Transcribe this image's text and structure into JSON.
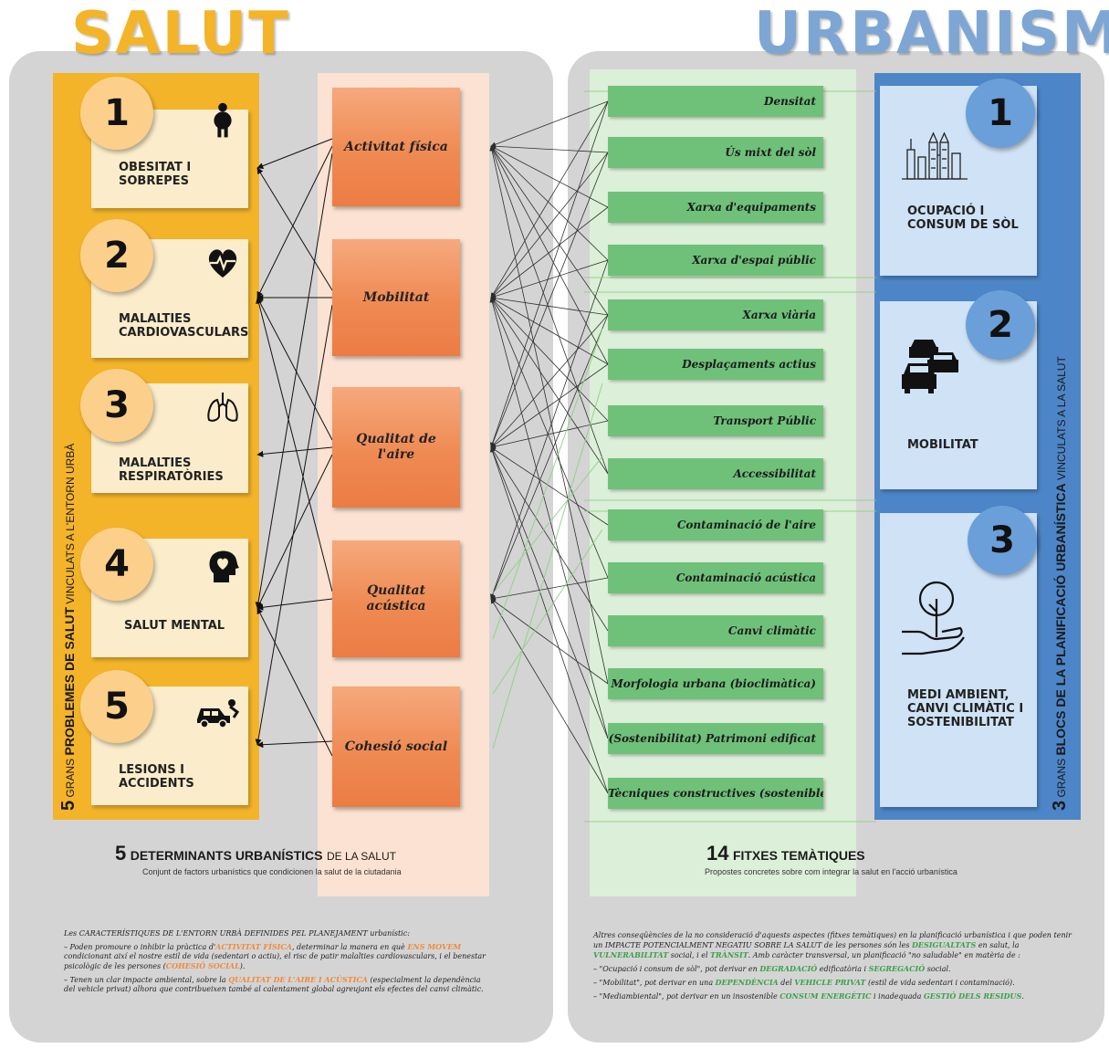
{
  "titles": {
    "salut": "SALUT",
    "urbanisme": "URBANISME"
  },
  "colors": {
    "salut_title": "#f4b42a",
    "urbanisme_title": "#7ea6d4",
    "yellow": "#f4b42a",
    "orange": "#ec7c44",
    "green": "#6fc17a",
    "blue": "#4d86c8"
  },
  "health_problems": {
    "vertical_num": "5",
    "vertical_pre": "GRANS",
    "vertical_bold": "PROBLEMES DE SALUT",
    "vertical_post": "VINCULATS A L'ENTORN URBÀ",
    "items": [
      {
        "num": "1",
        "label": "OBESITAT I SOBREPES",
        "icon": "obesity-person-icon"
      },
      {
        "num": "2",
        "label": "MALALTIES CARDIOVASCULARS",
        "icon": "heart-pulse-icon"
      },
      {
        "num": "3",
        "label": "MALALTIES RESPIRATÒRIES",
        "icon": "lungs-icon"
      },
      {
        "num": "4",
        "label": "SALUT MENTAL",
        "icon": "head-heart-icon"
      },
      {
        "num": "5",
        "label": "LESIONS I ACCIDENTS",
        "icon": "car-accident-icon"
      }
    ]
  },
  "determinants": {
    "items": [
      "Activitat física",
      "Mobilitat",
      "Qualitat de l'aire",
      "Qualitat acústica",
      "Cohesió social"
    ],
    "title_num": "5",
    "title_bold": "DETERMINANTS URBANÍSTICS",
    "title_rest": "DE LA SALUT",
    "subtitle": "Conjunt de factors urbanístics que condicionen la salut de la ciutadania"
  },
  "fitxes": {
    "items": [
      "Densitat",
      "Ús mixt del sòl",
      "Xarxa d'equipaments",
      "Xarxa d'espai públic",
      "Xarxa viària",
      "Desplaçaments actius",
      "Transport Públic",
      "Accessibilitat",
      "Contaminació de l'aire",
      "Contaminació acústica",
      "Canvi climàtic",
      "Morfologia urbana (bioclimàtica)",
      "(Sostenibilitat) Patrimoni edificat",
      "Tècniques constructives (sostenibles)"
    ],
    "title_num": "14",
    "title_bold": "FITXES TEMÀTIQUES",
    "subtitle": "Propostes concretes sobre com integrar la salut en l'acció urbanística"
  },
  "blocs": {
    "vertical_num": "3",
    "vertical_pre": "GRANS",
    "vertical_bold": "BLOCS DE LA PLANIFICACIÓ URBANÍSTICA",
    "vertical_post": "VINCULATS A LA SALUT",
    "items": [
      {
        "num": "1",
        "label": "OCUPACIÓ I CONSUM DE SÒL",
        "icon": "city-skyline-icon"
      },
      {
        "num": "2",
        "label": "MOBILITAT",
        "icon": "traffic-cars-icon"
      },
      {
        "num": "3",
        "label": "MEDI AMBIENT, CANVI CLIMÀTIC I SOSTENIBILITAT",
        "icon": "tree-hand-icon"
      }
    ]
  },
  "notes_left": {
    "intro": "Les CARACTERÍSTIQUES DE L'ENTORN URBÀ DEFINIDES PEL PLANEJAMENT urbanístic:",
    "b1_a": "Poden promoure o inhibir la pràctica d'",
    "b1_h1": "ACTIVITAT FÍSICA",
    "b1_b": ", determinar la manera en què ",
    "b1_h2": "ENS MOVEM",
    "b1_c": " condicionant així el nostre estil de vida (sedentari o actiu), el risc de patir malalties cardiovasculars, i el benestar psicològic de les persones (",
    "b1_h3": "COHESIÓ SOCIAL",
    "b1_d": ").",
    "b2_a": "Tenen un clar impacte ambiental, sobre la ",
    "b2_h1": "QUALITAT DE L'AIRE I ACÚSTICA",
    "b2_b": " (especialment la dependència del vehicle privat) alhora que contribueixen també al calentament global agreujant els efectes del canvi climàtic."
  },
  "notes_right": {
    "intro_a": "Altres conseqüències de la no consideració d'aquests aspectes (fitxes temàtiques) en la planificació urbanística i que poden tenir un IMPACTE POTENCIALMENT NEGATIU SOBRE LA SALUT de les persones són les ",
    "intro_h1": "DESIGUALTATS",
    "intro_b": " en salut, la ",
    "intro_h2": "VULNERABILITAT",
    "intro_c": " social, i el ",
    "intro_h3": "TRÀNSIT",
    "intro_d": ". Amb caràcter transversal, un planificació \"no saludable\" en matèria de :",
    "b1_a": "\"Ocupació i consum de sòl\", pot derivar en ",
    "b1_h1": "DEGRADACIÓ",
    "b1_b": " edificatòria i ",
    "b1_h2": "SEGREGACIÓ",
    "b1_c": " social.",
    "b2_a": "\"Mobilitat\", pot derivar en una ",
    "b2_h1": "DEPENDÈNCIA",
    "b2_b": " del ",
    "b2_h2": "VEHICLE PRIVAT",
    "b2_c": " (estil de vida sedentari i contaminació).",
    "b3_a": "\"Mediambiental\", pot derivar en un insostenible ",
    "b3_h1": "CONSUM ENERGÈTIC",
    "b3_b": " i inadequada ",
    "b3_h2": "GESTIÓ DELS RESIDUS",
    "b3_c": "."
  }
}
